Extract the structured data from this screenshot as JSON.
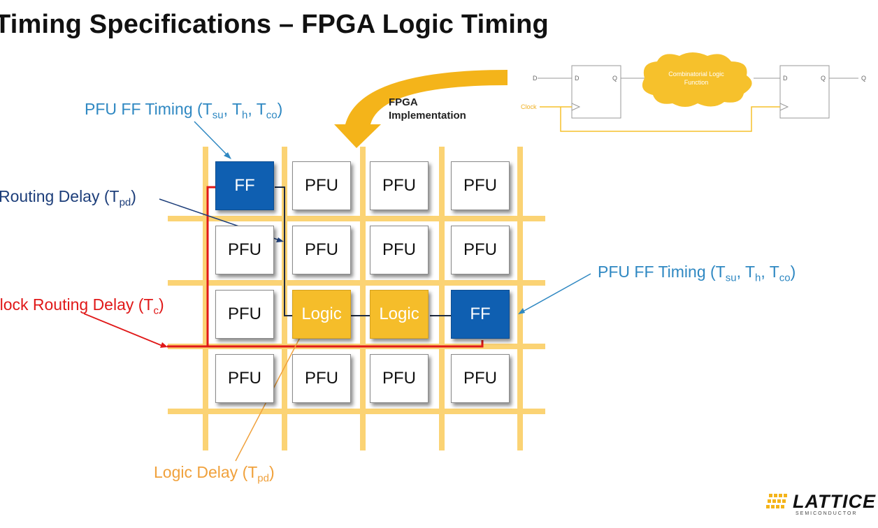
{
  "title": "Timing Specifications – FPGA Logic Timing",
  "arrow_label": [
    "FPGA",
    "Implementation"
  ],
  "schematic": {
    "cloud_text": "Combinatorial Logic Function",
    "pin_d": "D",
    "pin_q": "Q",
    "clock": "Clock"
  },
  "grid": [
    [
      "FF",
      "PFU",
      "PFU",
      "PFU"
    ],
    [
      "PFU",
      "PFU",
      "PFU",
      "PFU"
    ],
    [
      "PFU",
      "Logic",
      "Logic",
      "FF"
    ],
    [
      "PFU",
      "PFU",
      "PFU",
      "PFU"
    ]
  ],
  "labels": {
    "pfu_ff_timing_top": {
      "main": "PFU FF Timing (T",
      "s1": "su",
      "m1": ", T",
      "s2": "h",
      "m2": ", T",
      "s3": "co",
      "end": ")"
    },
    "routing_delay": {
      "main": "Routing Delay (T",
      "sub": "pd",
      "end": ")"
    },
    "clock_routing_delay": {
      "main": "Clock Routing Delay (T",
      "sub": "c",
      "end": ")"
    },
    "pfu_ff_timing_right": {
      "main": "PFU FF Timing (T",
      "s1": "su",
      "m1": ", T",
      "s2": "h",
      "m2": ", T",
      "s3": "co",
      "end": ")"
    },
    "logic_delay": {
      "main": "Logic Delay (T",
      "sub": "pd",
      "end": ")"
    }
  },
  "logo": {
    "word": "LATTICE",
    "sub": "SEMICONDUCTOR"
  },
  "colors": {
    "ff_blue": "#0f5fb1",
    "logic_yellow": "#f5bd2a",
    "routing_yellow": "#fbd374",
    "clock_red": "#e01818",
    "signal_navy": "#1d3e7a"
  }
}
